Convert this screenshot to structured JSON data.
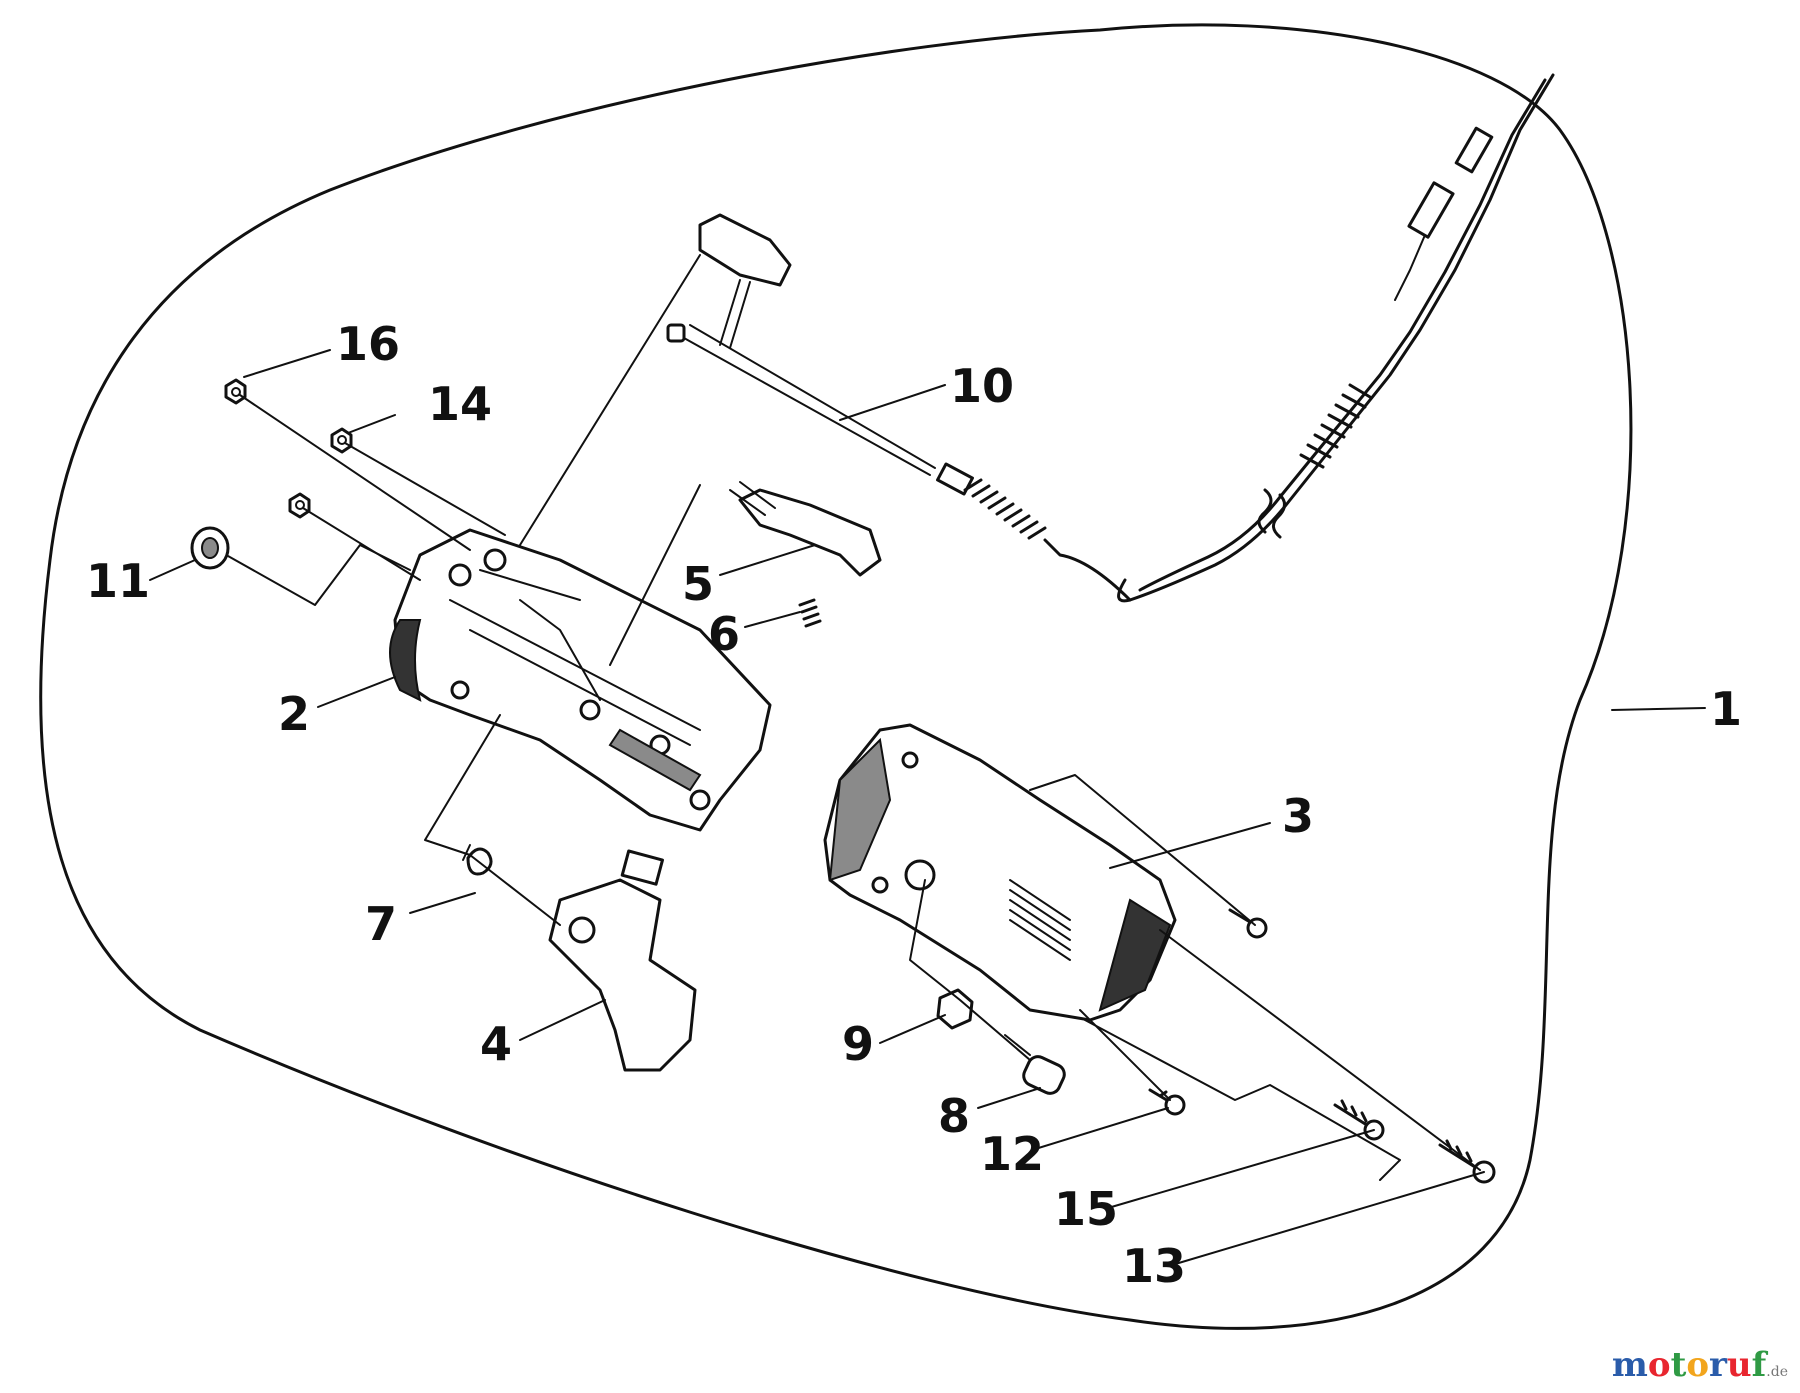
{
  "callouts": {
    "c1": "1",
    "c2": "2",
    "c3": "3",
    "c4": "4",
    "c5": "5",
    "c6": "6",
    "c7": "7",
    "c8": "8",
    "c9": "9",
    "c10": "10",
    "c11": "11",
    "c12": "12",
    "c13": "13",
    "c14": "14",
    "c15": "15",
    "c16": "16"
  },
  "watermark": {
    "letters": [
      "m",
      "o",
      "t",
      "o",
      "r",
      "u",
      "f"
    ],
    "colors": [
      "#2a5caa",
      "#e8262f",
      "#2f9a44",
      "#f2a51d",
      "#2a5caa",
      "#e8262f",
      "#2f9a44"
    ],
    "suffix": ".de"
  }
}
